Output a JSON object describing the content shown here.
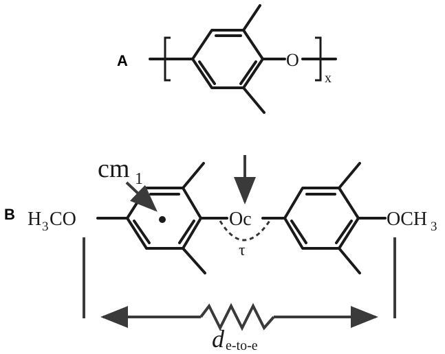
{
  "panel_a": {
    "label": "A",
    "oxygen": "O",
    "subscript": "x"
  },
  "panel_b": {
    "label": "B",
    "left_group_main": "H",
    "left_group_sub": "3",
    "left_group_tail": "CO",
    "right_group_main": "OCH",
    "right_group_sub": "3",
    "center_atom": "Oc",
    "angle_symbol": "τ",
    "cm_main": "cm",
    "cm_sub": "1",
    "distance_main": "d",
    "distance_sub": "e-to-e"
  }
}
